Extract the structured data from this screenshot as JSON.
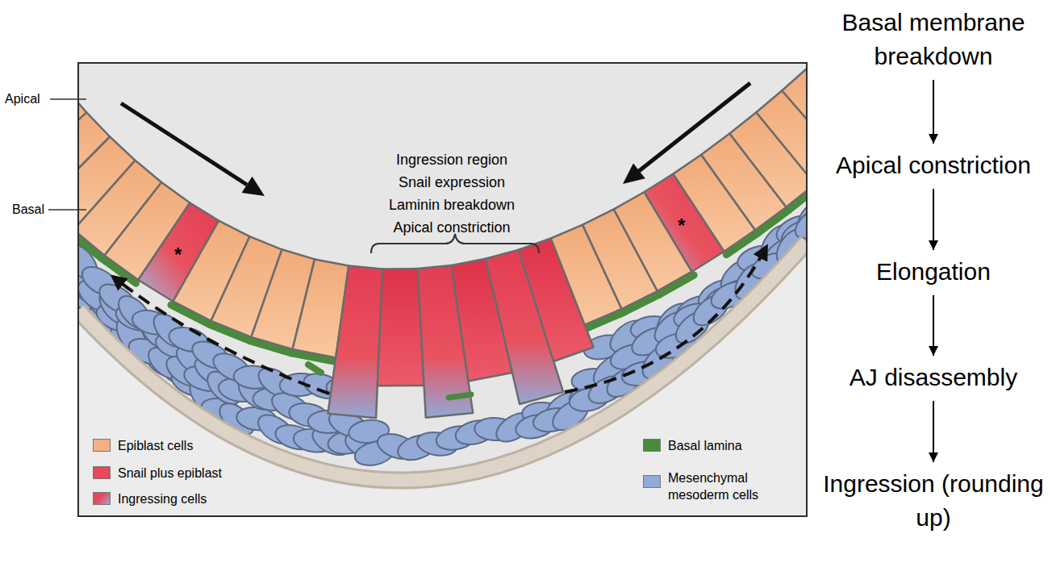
{
  "diagram": {
    "nodes": [
      {
        "text": [
          "Basal membrane breakdown"
        ]
      },
      {
        "text": [
          "Apical constriction"
        ]
      },
      {
        "text": [
          "Elongation"
        ]
      },
      {
        "text": [
          "AJ disassembly"
        ]
      },
      {
        "text": [
          "Ingression (rounding up)"
        ]
      }
    ],
    "edges": [
      {
        "from": 0,
        "to": 1,
        "arrow": "to"
      },
      {
        "from": 1,
        "to": 2,
        "arrow": "to"
      },
      {
        "from": 2,
        "to": 3,
        "arrow": "to"
      },
      {
        "from": 3,
        "to": 4,
        "arrow": "to"
      }
    ],
    "labels": [
      "Apical",
      "Basal",
      "Ingression region",
      "Snail expression",
      "Laminin breakdown",
      "Apical constriction",
      "*",
      "*"
    ],
    "legend": [
      {
        "text": "Epiblast cells",
        "color": "#f4b183"
      },
      {
        "text": "Snail plus epiblast",
        "color": "#e8475a"
      },
      {
        "text": "Ingressing cells"
      },
      {
        "text": "Basal lamina",
        "color": "#4a8a3c"
      },
      {
        "text": "Mesenchymal mesoderm cells",
        "color": "#93a9d6"
      }
    ]
  }
}
